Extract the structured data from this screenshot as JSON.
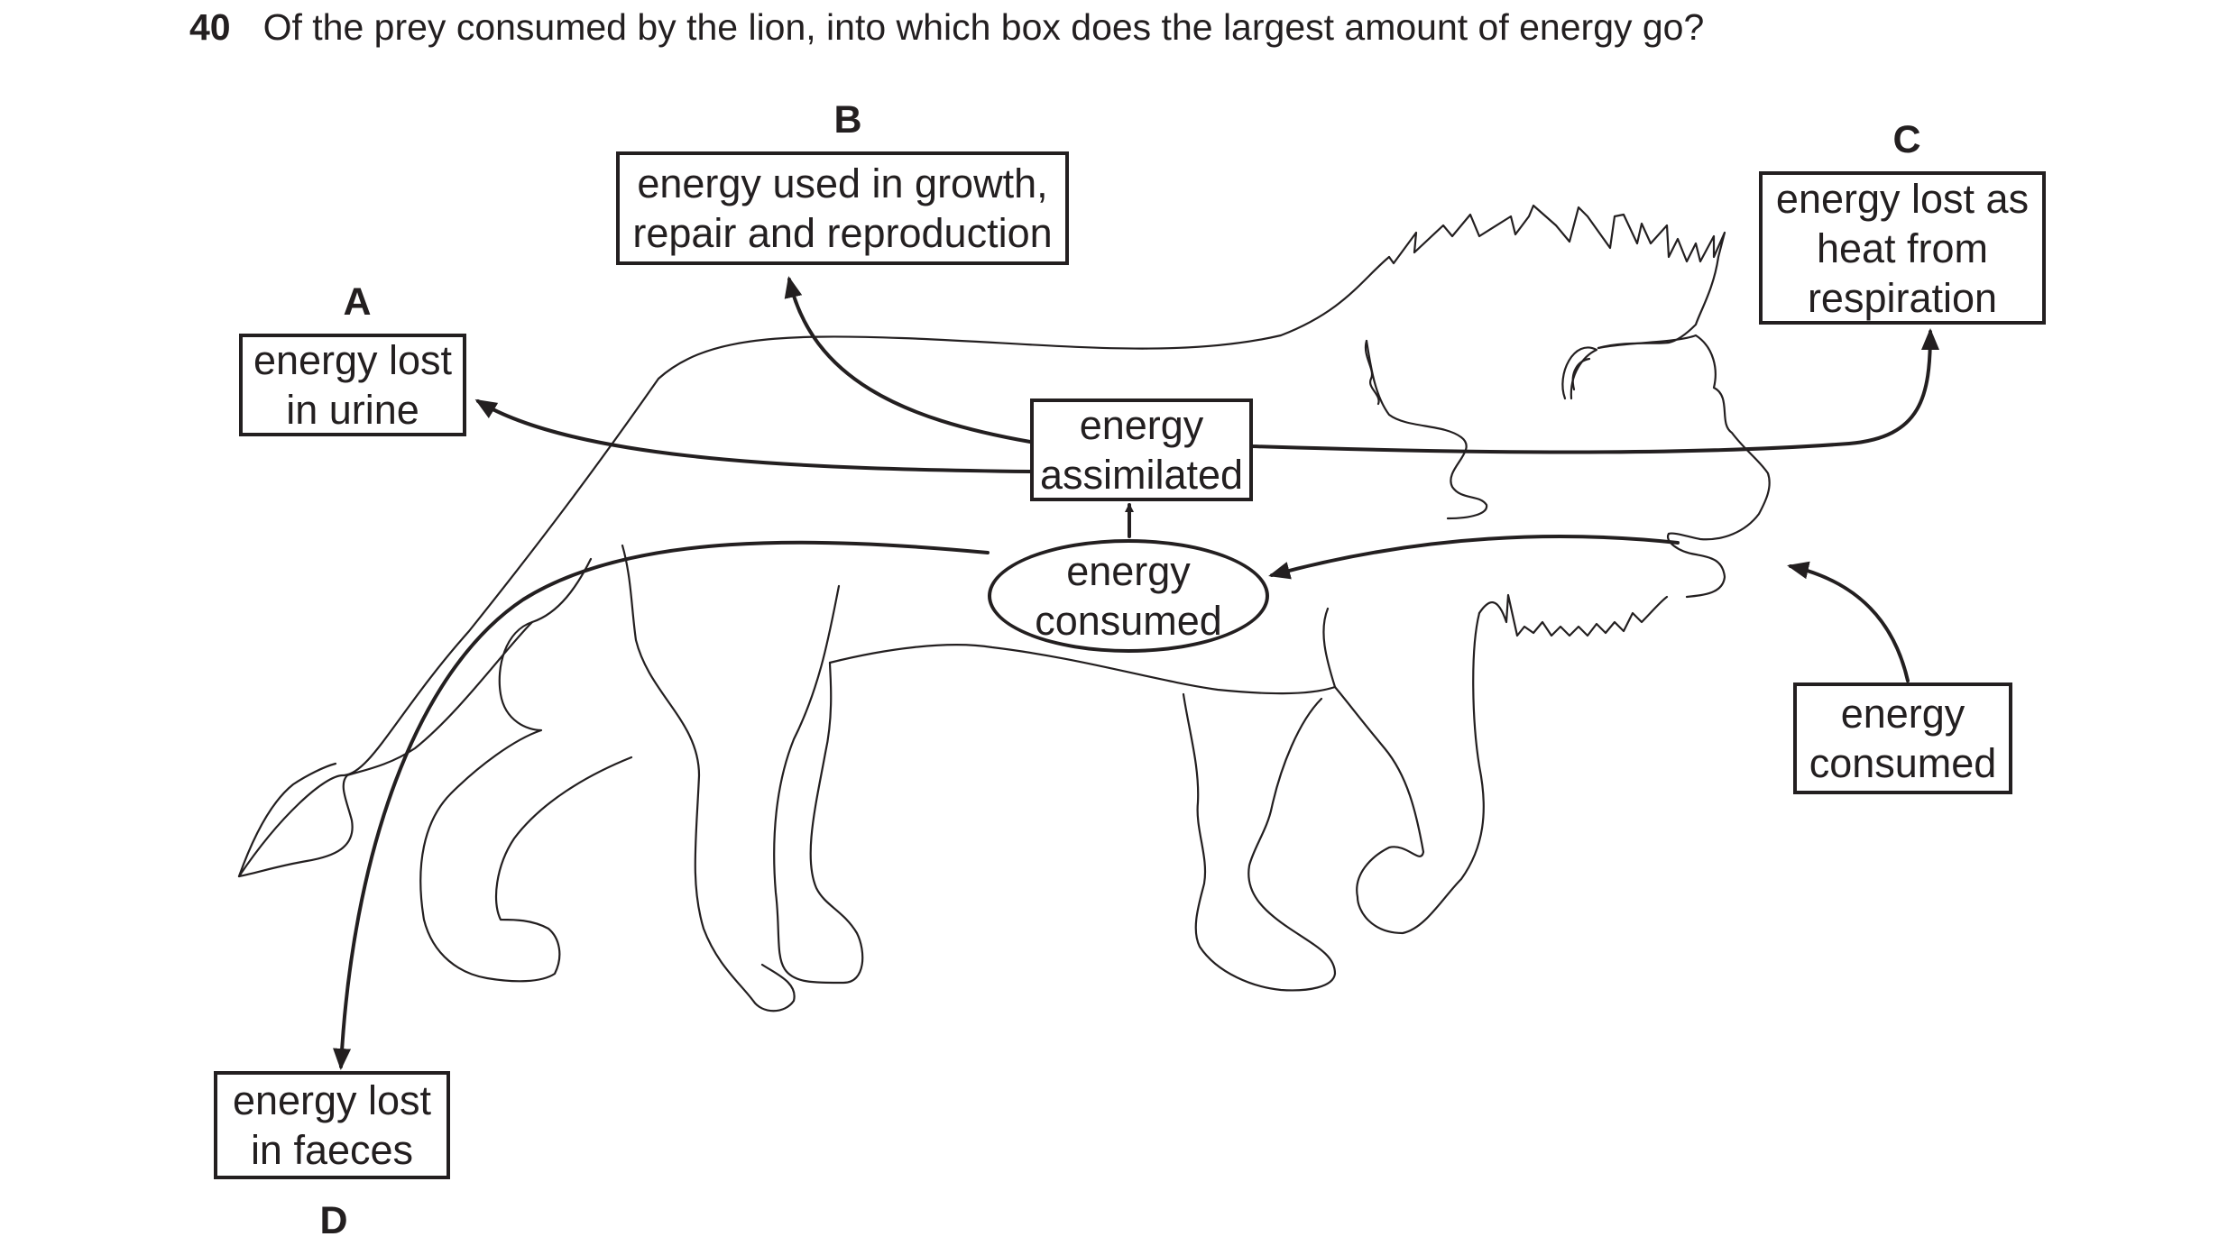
{
  "question": {
    "number": "40",
    "text": "Of the prey consumed by the lion, into which box does the largest amount of energy go?"
  },
  "labels": {
    "A": "A",
    "B": "B",
    "C": "C",
    "D": "D"
  },
  "boxes": {
    "urine": "energy lost\nin urine",
    "growth": "energy used in growth,\nrepair and reproduction",
    "heat": "energy lost as\nheat from\nrespiration",
    "assimilated": "energy\nassimilated",
    "consumed_oval": "energy\nconsumed",
    "consumed_prey": "energy\nconsumed",
    "faeces": "energy lost\nin faeces"
  },
  "colors": {
    "ink": "#231f20",
    "background": "#ffffff"
  }
}
